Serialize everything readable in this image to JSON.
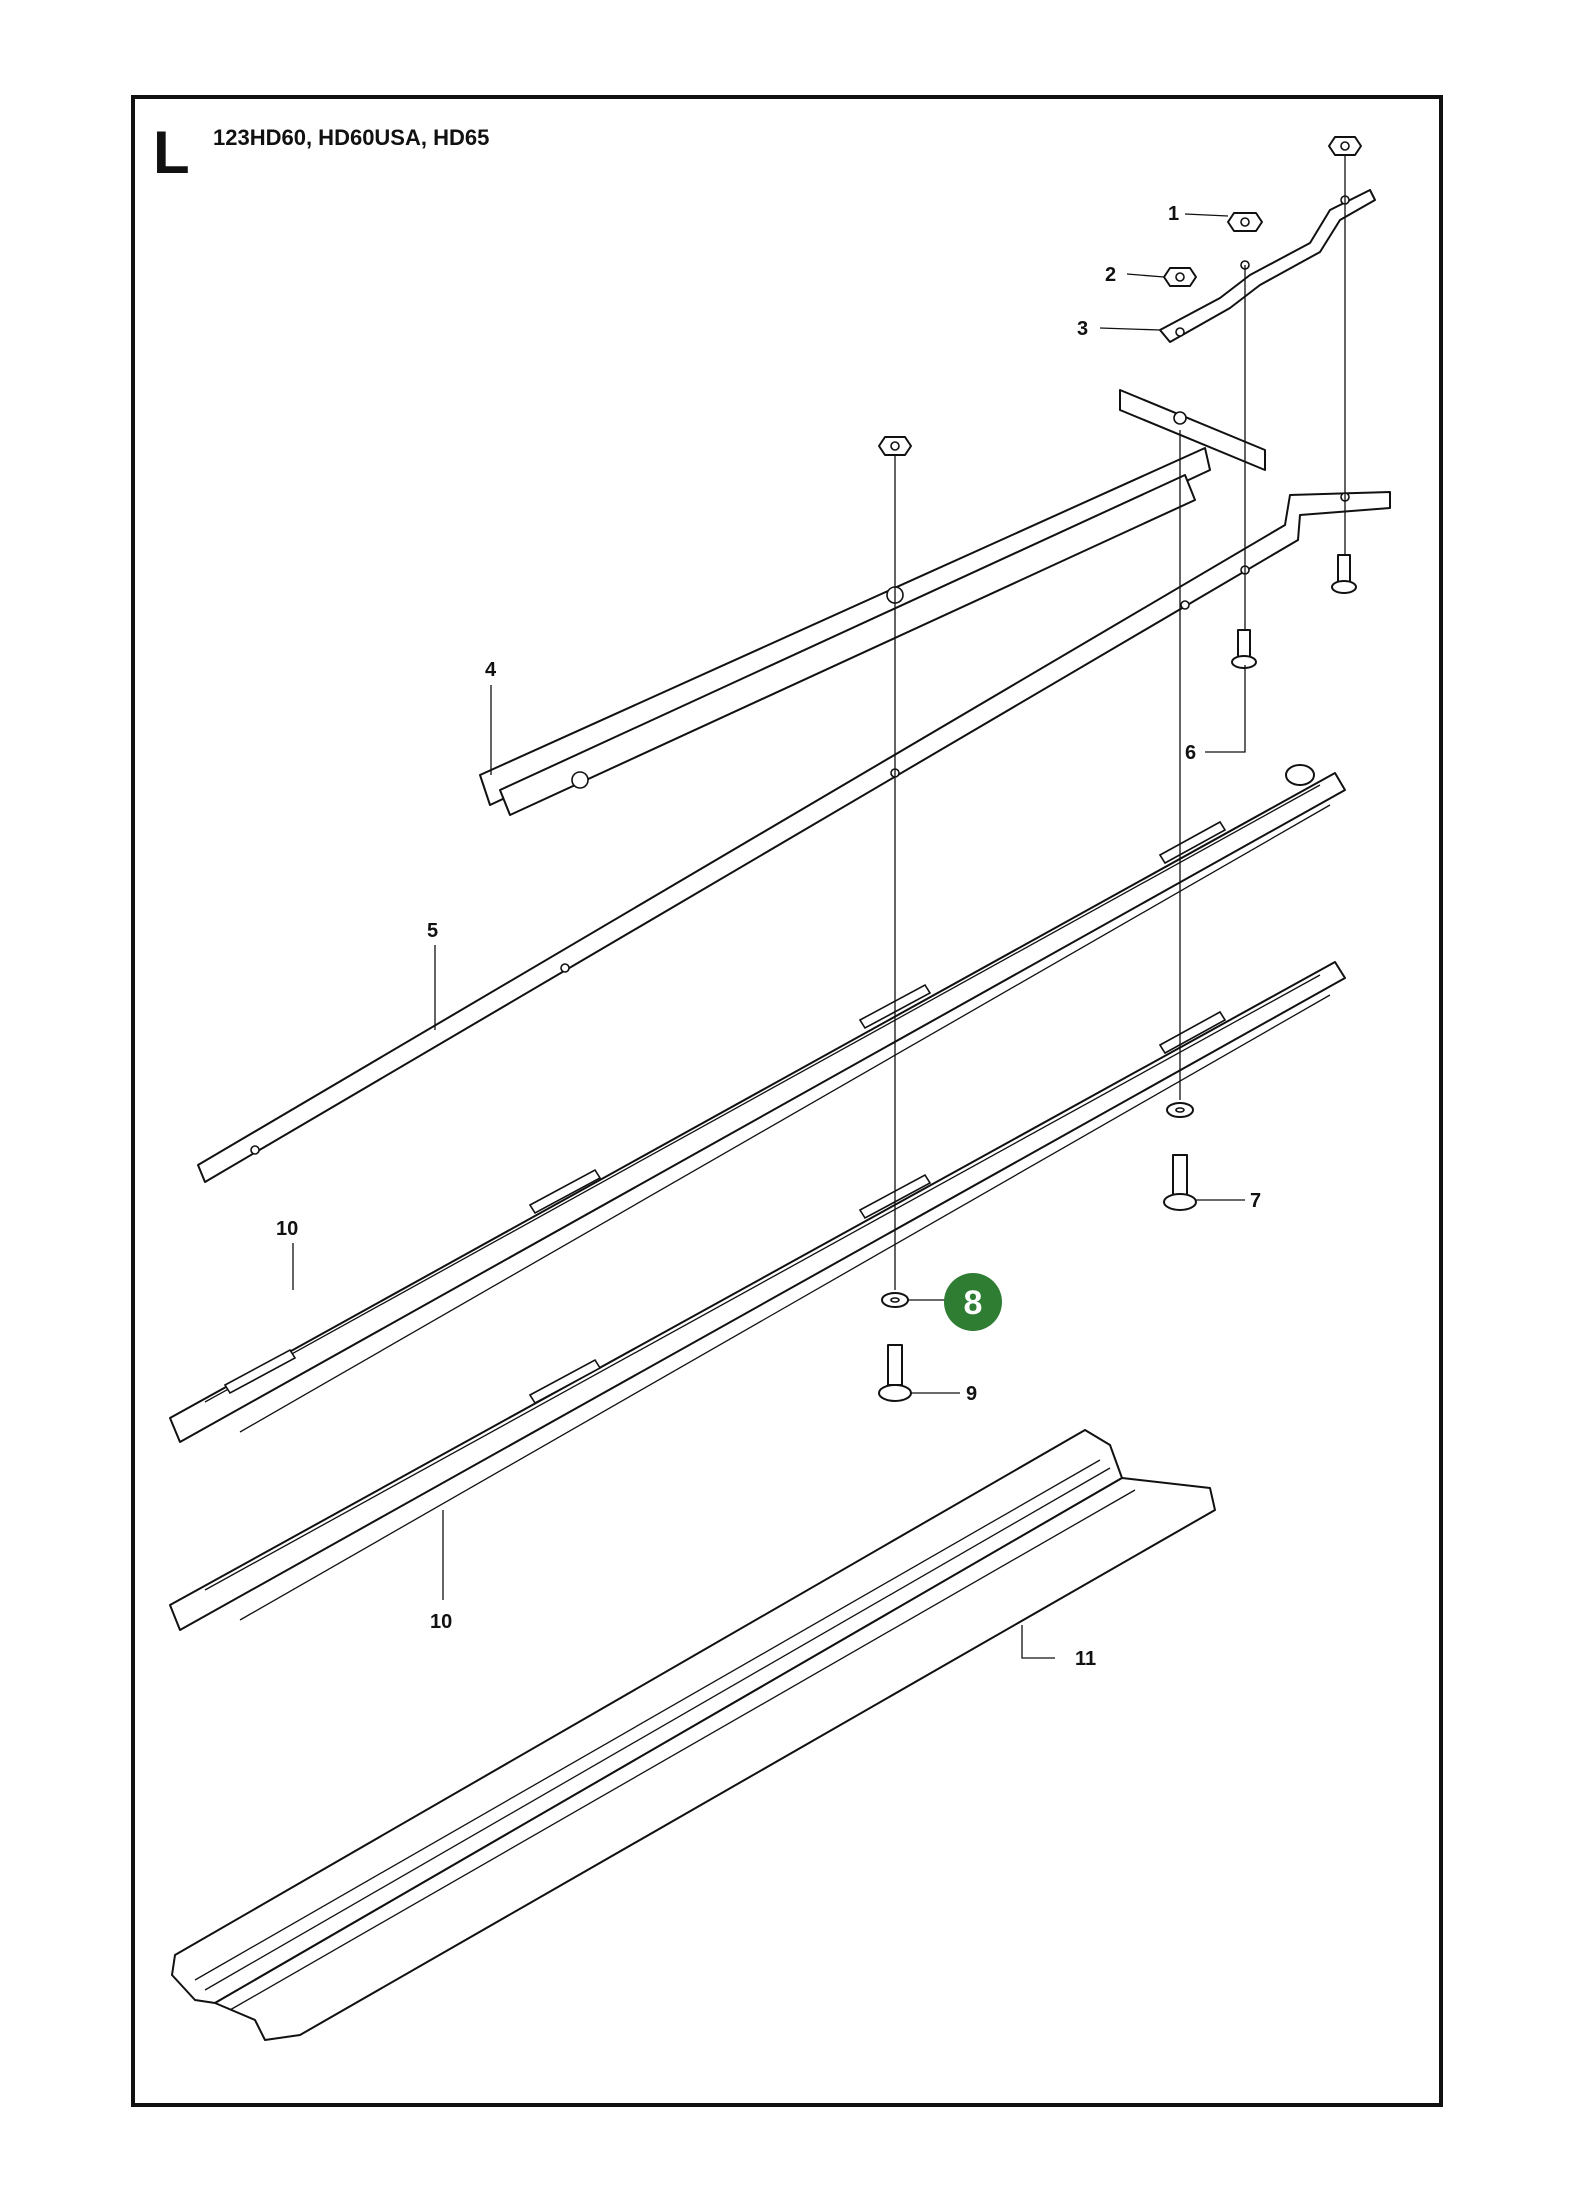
{
  "page": {
    "section_letter": "L",
    "models": "123HD60, HD60USA, HD65"
  },
  "callouts": [
    {
      "id": "1",
      "label": "1"
    },
    {
      "id": "2",
      "label": "2"
    },
    {
      "id": "3",
      "label": "3"
    },
    {
      "id": "4",
      "label": "4"
    },
    {
      "id": "5",
      "label": "5"
    },
    {
      "id": "6",
      "label": "6"
    },
    {
      "id": "7",
      "label": "7"
    },
    {
      "id": "8",
      "label": "8",
      "highlighted": true
    },
    {
      "id": "9",
      "label": "9"
    },
    {
      "id": "10a",
      "label": "10"
    },
    {
      "id": "10b",
      "label": "10"
    },
    {
      "id": "11",
      "label": "11"
    }
  ],
  "colors": {
    "highlight": "#2e7d32",
    "ink": "#111111",
    "background": "#ffffff"
  }
}
